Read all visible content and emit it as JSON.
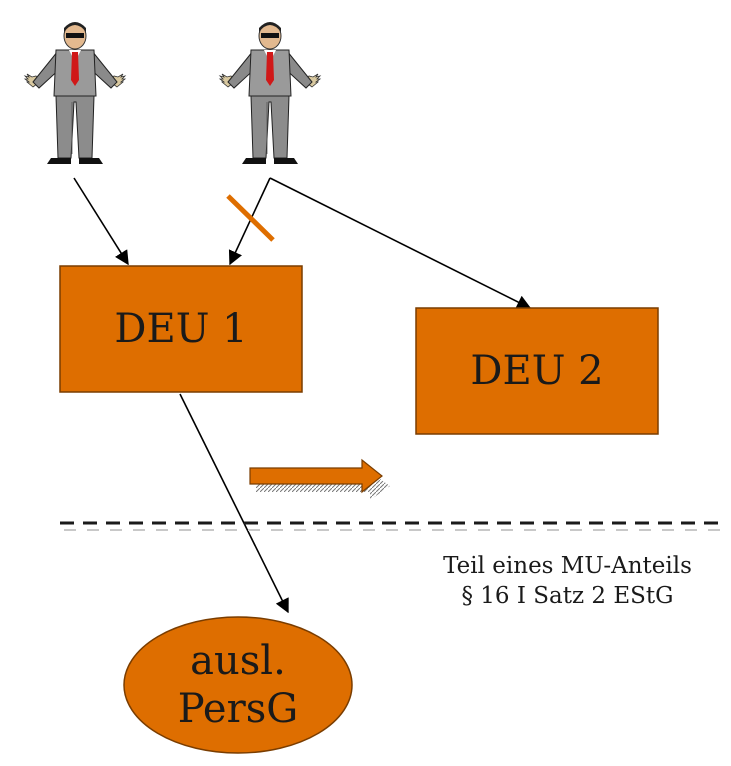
{
  "entities": {
    "deu1": {
      "label": "DEU 1"
    },
    "deu2": {
      "label": "DEU 2"
    },
    "persg": {
      "line1": "ausl.",
      "line2": "PersG"
    }
  },
  "note": {
    "line1": "Teil eines MU-Anteils",
    "line2": "§ 16 I Satz 2 EStG"
  },
  "colors": {
    "box_fill": "#DE6E00",
    "border": "#7a3d00",
    "arrow": "#000000",
    "strike": "#DE6E00"
  },
  "icons": [
    "businessman-icon",
    "businessman-icon",
    "block-arrow-right-icon",
    "strike-mark-icon"
  ]
}
